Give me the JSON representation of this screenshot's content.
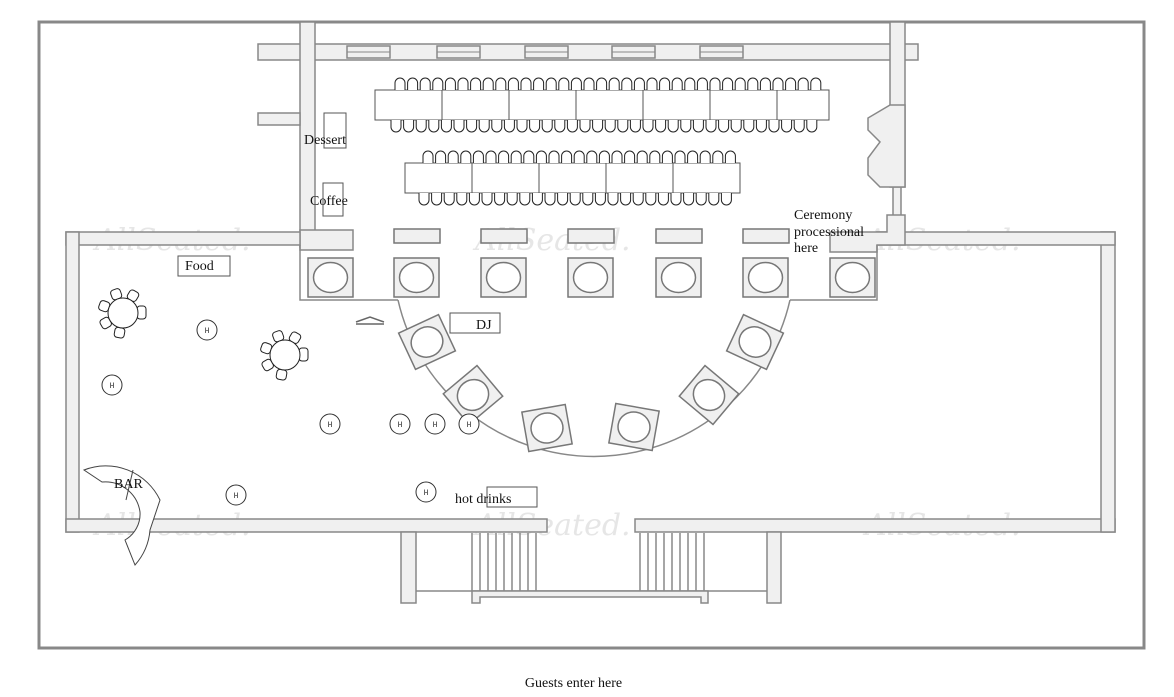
{
  "labels": {
    "dessert": "Dessert",
    "coffee": "Coffee",
    "ceremony": [
      "Ceremony",
      "processional",
      "here"
    ],
    "food": "Food",
    "dj": "DJ",
    "bar": "BAR",
    "hot_drinks": "hot drinks",
    "entrance": "Guests enter here"
  },
  "highboy_marker": "H",
  "watermark": "AllSeated.",
  "colors": {
    "wall_fill": "#f0f0f0",
    "wall_stroke": "#888888"
  }
}
